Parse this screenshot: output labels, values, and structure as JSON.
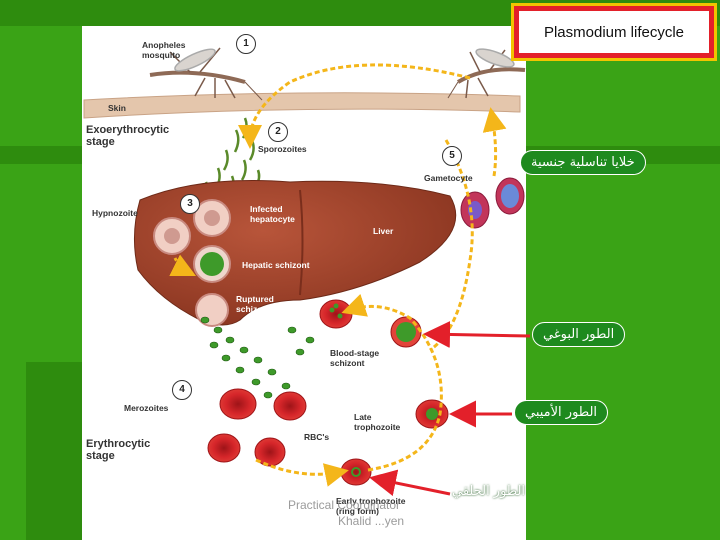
{
  "title": "Plasmodium lifecycle",
  "arabic_labels": {
    "gametocyte_cells": "خلايا تناسلية جنسية",
    "schizont_stage": "الطور البوغي",
    "amoeboid_stage": "الطور الأميبي",
    "ring_stage": "الطور الحلقي"
  },
  "diagram_labels": {
    "mosquito": "Anopheles\nmosquito",
    "skin": "Skin",
    "exo_stage": "Exoerythrocytic\nstage",
    "sporozoites": "Sporozoites",
    "gametocyte": "Gametocyte",
    "hypnozoite": "Hypnozoite",
    "infected_hepatocyte": "Infected\nhepatocyte",
    "liver": "Liver",
    "hepatic_schizont": "Hepatic schizont",
    "ruptured_schizont": "Ruptured\nschizont",
    "blood_stage_schizont": "Blood-stage\nschizont",
    "merozoites": "Merozoites",
    "late_trophozoite": "Late\ntrophozoite",
    "rbcs": "RBC's",
    "erythrocytic_stage": "Erythrocytic\nstage",
    "early_trophozoite": "Early trophozoite\n(ring form)"
  },
  "steps": [
    "1",
    "2",
    "3",
    "4",
    "5"
  ],
  "watermark": {
    "line1": "Practical Coordinator",
    "line2": "Khalid ...yen"
  },
  "colors": {
    "background": "#3aa316",
    "cycle_arrow": "#f4b61a",
    "pointer_arrow": "#e3202a",
    "liver": "#a3452a",
    "rbc": "#d6262a",
    "parasite": "#3e9a2a"
  }
}
